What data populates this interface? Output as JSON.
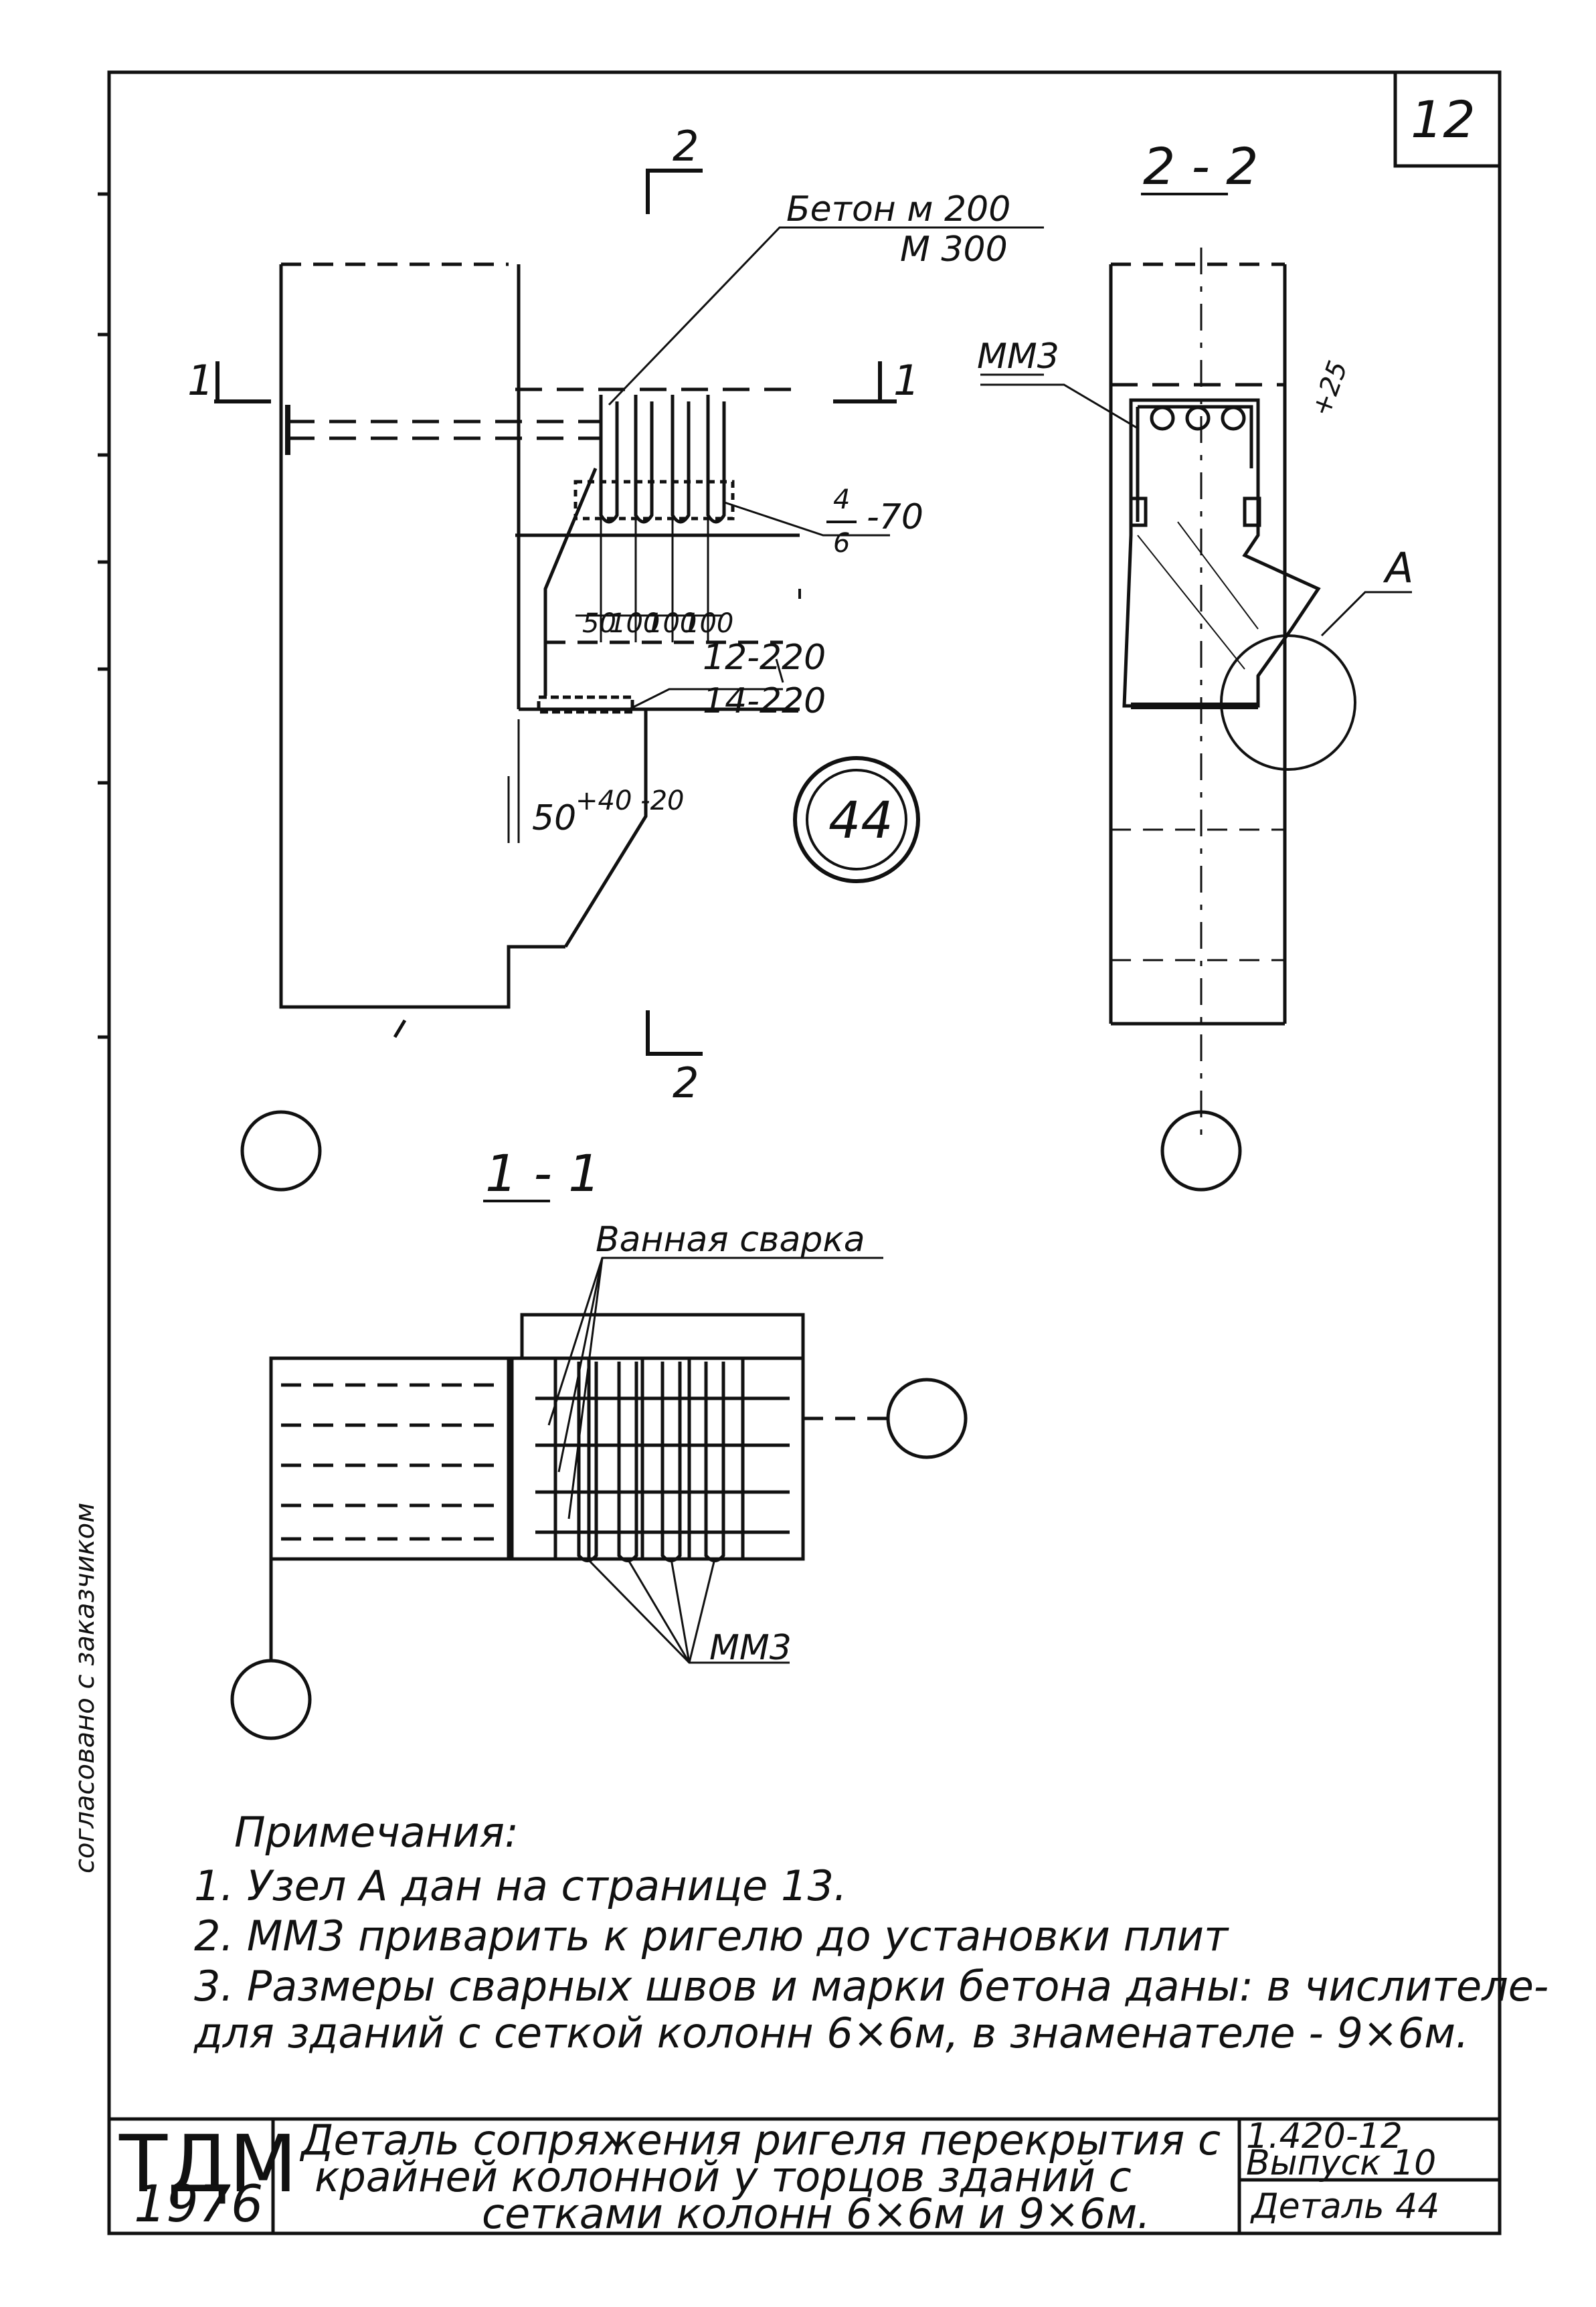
{
  "sheet": {
    "page_number": "12",
    "detail_bubble": "44"
  },
  "main_view": {
    "concrete_label_top": "Бетон м 200",
    "concrete_label_bottom": "М 300",
    "weld_ratio_num": "4",
    "weld_ratio_den": "6",
    "weld_length": "-70",
    "spacing_1": "50",
    "spacing_2": "100",
    "spacing_3": "100",
    "spacing_4": "100",
    "rebar_top": "12-220",
    "rebar_bottom": "14-220",
    "gap_dim": "50",
    "gap_tol": "+40 -20",
    "cut_1_left": "1",
    "cut_1_right": "1",
    "cut_2_top": "2",
    "cut_2_bottom": "2"
  },
  "section_2_2": {
    "title": "2 - 2",
    "mm3_label": "ММ3",
    "dim_25": "+25",
    "node_label": "А"
  },
  "section_1_1": {
    "title": "1 - 1",
    "weld_label": "Ванная сварка",
    "mm3_label": "ММ3"
  },
  "notes": {
    "heading": "Примечания:",
    "items": [
      "1.  Узел А дан  на  странице 13.",
      "2.  ММ3 приварить к  ригелю до установки плит",
      "3.  Размеры  сварных  швов и марки бетона даны: в числителе-",
      "     для зданий с сеткой колонн 6×6м, в знаменателе - 9×6м."
    ]
  },
  "title_block": {
    "logo": "ТДМ",
    "year": "1976",
    "title_line_1": "Деталь сопряжения ригеля перекрытия с",
    "title_line_2": "крайней колонной у торцов зданий с",
    "title_line_3": "сетками колонн 6×6м и 9×6м.",
    "series_code": "1.420-12",
    "issue": "Выпуск 10",
    "detail": "Деталь 44"
  },
  "margin_text": "согласовано с заказчиком"
}
